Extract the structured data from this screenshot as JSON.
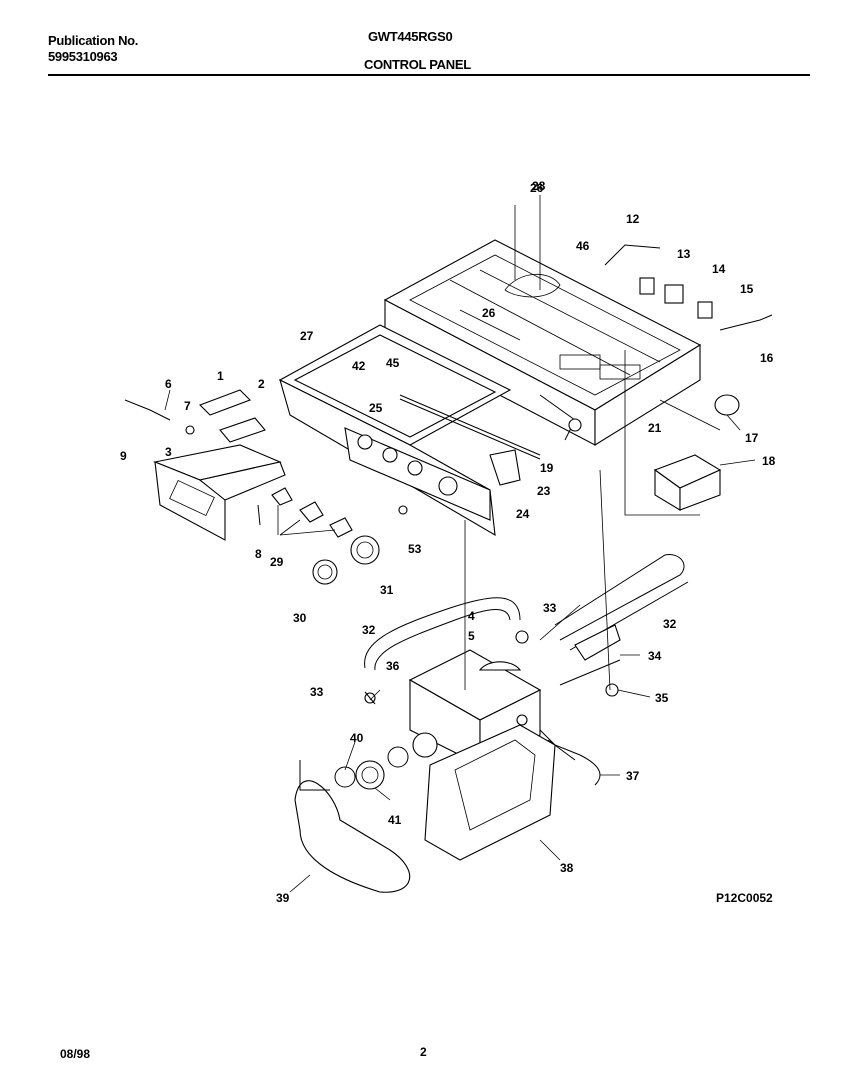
{
  "header": {
    "publication_label": "Publication No.",
    "publication_number": "5995310963",
    "model": "GWT445RGS0",
    "section_title": "CONTROL PANEL"
  },
  "diagram": {
    "drawing_id": "P12C0052",
    "callouts": [
      "1",
      "2",
      "3",
      "4",
      "5",
      "6",
      "7",
      "8",
      "9",
      "12",
      "13",
      "14",
      "15",
      "16",
      "17",
      "18",
      "19",
      "21",
      "23",
      "24",
      "25",
      "26",
      "26",
      "27",
      "28",
      "29",
      "30",
      "31",
      "32",
      "32",
      "33",
      "33",
      "34",
      "35",
      "36",
      "37",
      "38",
      "39",
      "40",
      "41",
      "42",
      "45",
      "46",
      "53"
    ]
  },
  "footer": {
    "date": "08/98",
    "page_number": "2"
  }
}
